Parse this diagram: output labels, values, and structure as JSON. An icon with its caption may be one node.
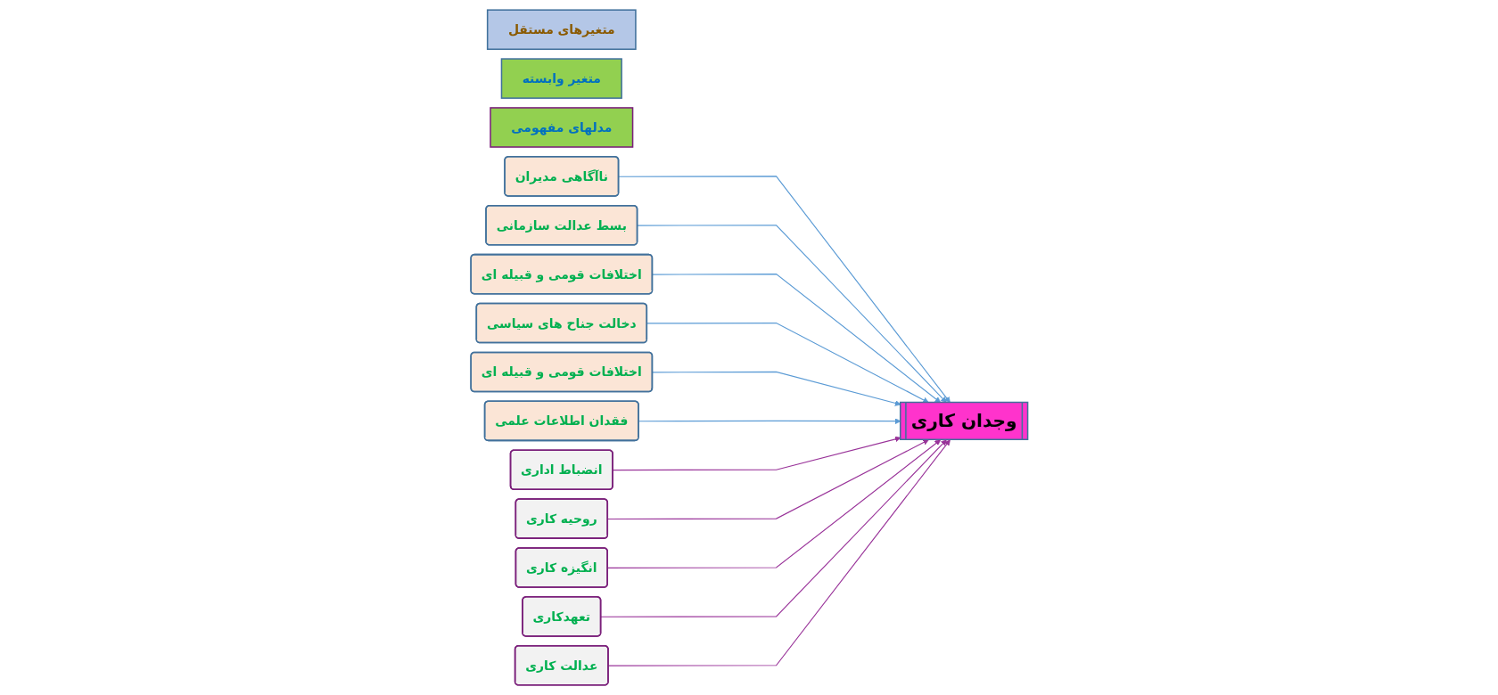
{
  "diagram": {
    "nodes": [
      {
        "text": [
          "متغیرهای مستقل"
        ]
      },
      {
        "text": [
          "متغیر وابسته"
        ]
      },
      {
        "text": [
          "مدلهای مفهومی"
        ]
      },
      {
        "text": [
          "ناآگاهی مدیران"
        ]
      },
      {
        "text": [
          "بسط عدالت سازمانی"
        ]
      },
      {
        "text": [
          "اختلافات قومی و قبیله ای"
        ]
      },
      {
        "text": [
          "دخالت جناح های سیاسی"
        ]
      },
      {
        "text": [
          "اختلافات قومی و قبیله ای"
        ]
      },
      {
        "text": [
          "فقدان اطلاعات علمی"
        ]
      },
      {
        "text": [
          "وجدان کاری"
        ]
      },
      {
        "text": [
          "انضباط اداری"
        ]
      },
      {
        "text": [
          "روحیه کاری"
        ]
      },
      {
        "text": [
          "انگیزه کاری"
        ]
      },
      {
        "text": [
          "تعهدکاری"
        ]
      },
      {
        "text": [
          "عدالت کاری"
        ]
      }
    ],
    "edges": [
      {
        "from": 3,
        "to": 9,
        "arrow": "to"
      },
      {
        "from": 4,
        "to": 9,
        "arrow": "to"
      },
      {
        "from": 5,
        "to": 9,
        "arrow": "to"
      },
      {
        "from": 6,
        "to": 9,
        "arrow": "to"
      },
      {
        "from": 7,
        "to": 9,
        "arrow": "to"
      },
      {
        "from": 8,
        "to": 9,
        "arrow": "to"
      },
      {
        "from": 10,
        "to": 9,
        "arrow": "to",
        "color": "#993399"
      },
      {
        "from": 11,
        "to": 9,
        "arrow": "to",
        "color": "#993399"
      },
      {
        "from": 12,
        "to": 9,
        "arrow": "to",
        "color": "#993399"
      },
      {
        "from": 13,
        "to": 9,
        "arrow": "to",
        "color": "#993399"
      },
      {
        "from": 14,
        "to": 9,
        "arrow": "to",
        "color": "#993399"
      }
    ]
  }
}
